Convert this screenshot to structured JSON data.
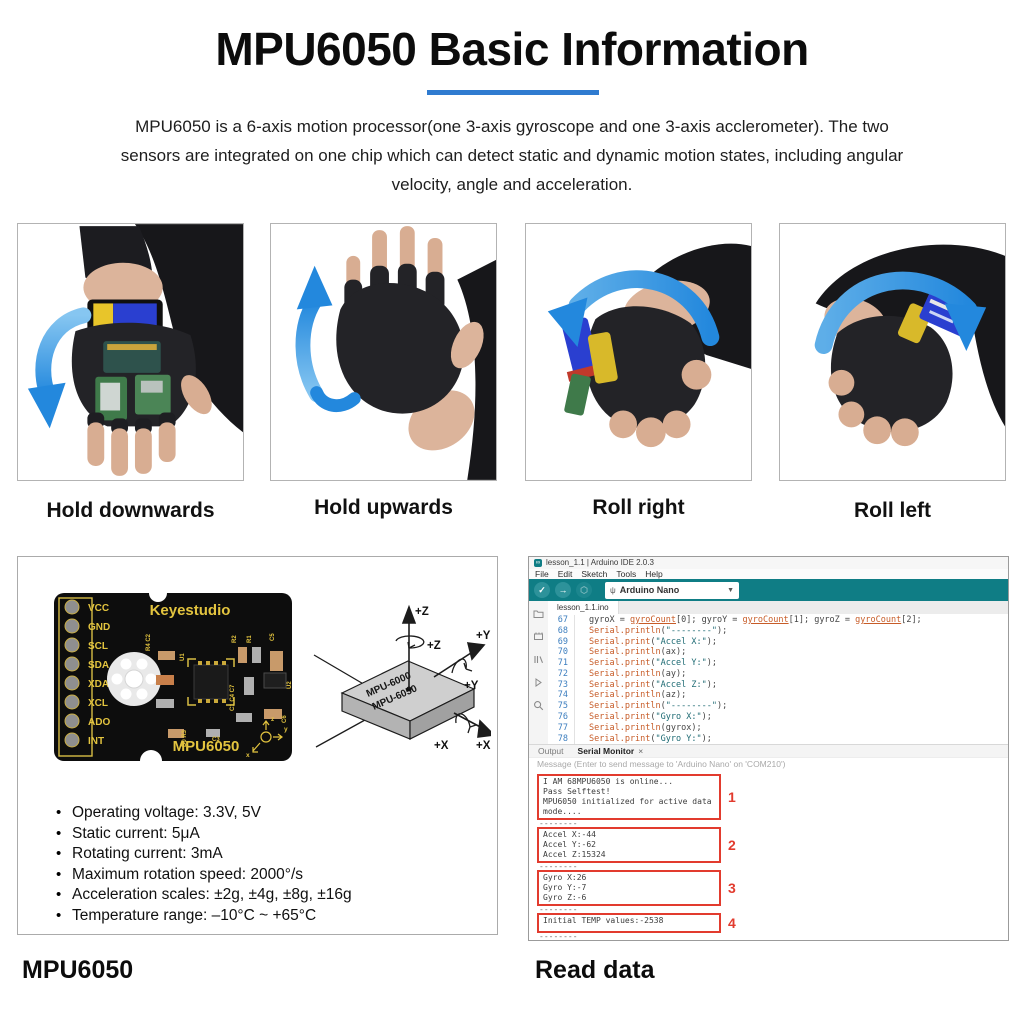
{
  "colors": {
    "accent_blue": "#2f7bd0",
    "arrow_blue": "#2388dd",
    "ide_teal": "#0f7d85",
    "annotation_red": "#e23b2e",
    "pcb_silkscreen_yellow": "#e3c43f",
    "code_function_orange": "#c75c28",
    "code_string_teal": "#1d6a73",
    "line_number_blue": "#3c7ebf"
  },
  "header": {
    "title": "MPU6050 Basic Information",
    "description": "MPU6050 is a 6-axis motion processor(one 3-axis gyroscope and one 3-axis acclerometer). The two sensors are integrated on one chip which can detect static and dynamic motion states, including angular velocity, angle and acceleration."
  },
  "gestures": [
    {
      "label": "Hold downwards"
    },
    {
      "label": "Hold upwards"
    },
    {
      "label": "Roll right"
    },
    {
      "label": "Roll left"
    }
  ],
  "board": {
    "brand": "Keyestudio",
    "name": "MPU6050",
    "pins": [
      "VCC",
      "GND",
      "SCL",
      "SDA",
      "XDA",
      "XCL",
      "ADO",
      "INT"
    ],
    "component_labels": [
      "R4 C2",
      "U1",
      "R2",
      "R1",
      "C5",
      "U2",
      "C1 C4 C7",
      "C6",
      "C3",
      "D0 R3"
    ],
    "axis_marks": {
      "x": "x",
      "y": "y",
      "z": "z"
    },
    "axis_diagram": {
      "chip_label_1": "MPU-6000",
      "chip_label_2": "MPU-6050",
      "z_axis": "+Z",
      "z_rot": "+Z",
      "y_axis": "+Y",
      "y_rot": "+Y",
      "x_axis": "+X",
      "x_rot": "+X"
    },
    "specs": [
      "Operating voltage: 3.3V, 5V",
      "Static current: 5μA",
      "Rotating current: 3mA",
      "Maximum rotation speed: 2000°/s",
      "Acceleration scales: ±2g, ±4g, ±8g, ±16g",
      "Temperature range: –10°C ~ +65°C"
    ],
    "caption": "MPU6050"
  },
  "ide": {
    "window_title": "lesson_1.1 | Arduino IDE 2.0.3",
    "menus": [
      "File",
      "Edit",
      "Sketch",
      "Tools",
      "Help"
    ],
    "board_selector": "Arduino Nano",
    "editor_tab": "lesson_1.1.ino",
    "code_lines": [
      {
        "num": "67",
        "text": "gyroX = gyroCount[0]; gyroY = gyroCount[1]; gyroZ = gyroCount[2];"
      },
      {
        "num": "68",
        "text": "Serial.println(\"--------\");"
      },
      {
        "num": "69",
        "text": "Serial.print(\"Accel X:\");"
      },
      {
        "num": "70",
        "text": "Serial.println(ax);"
      },
      {
        "num": "71",
        "text": "Serial.print(\"Accel Y:\");"
      },
      {
        "num": "72",
        "text": "Serial.println(ay);"
      },
      {
        "num": "73",
        "text": "Serial.print(\"Accel Z:\");"
      },
      {
        "num": "74",
        "text": "Serial.println(az);"
      },
      {
        "num": "75",
        "text": "Serial.println(\"--------\");"
      },
      {
        "num": "76",
        "text": "Serial.print(\"Gyro X:\");"
      },
      {
        "num": "77",
        "text": "Serial.println(gyrox);"
      },
      {
        "num": "78",
        "text": "Serial.print(\"Gyro Y:\");"
      }
    ],
    "bottom_tabs": {
      "output": "Output",
      "serial": "Serial Monitor",
      "close": "×"
    },
    "message_placeholder": "Message (Enter to send message to 'Arduino Nano' on 'COM210')",
    "serial_blocks": [
      {
        "num": "1",
        "lines": [
          "I AM 68MPU6050 is online...",
          "Pass Selftest!",
          "MPU6050 initialized for active data mode...."
        ]
      },
      {
        "num": "2",
        "lines": [
          "Accel X:-44",
          "Accel Y:-62",
          "Accel Z:15324"
        ]
      },
      {
        "num": "3",
        "lines": [
          "Gyro X:26",
          "Gyro Y:-7",
          "Gyro Z:-6"
        ]
      },
      {
        "num": "4",
        "lines": [
          "Initial TEMP values:-2538"
        ]
      }
    ],
    "separator": "--------",
    "caption": "Read data"
  }
}
